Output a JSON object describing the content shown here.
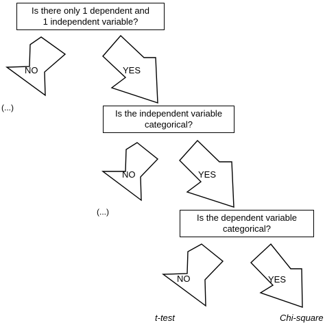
{
  "questions": {
    "q1": {
      "line1": "Is there only 1 dependent and",
      "line2": "1 independent variable?"
    },
    "q2": {
      "line1": "Is the independent variable",
      "line2": "categorical?"
    },
    "q3": {
      "line1": "Is the dependent variable",
      "line2": "categorical?"
    }
  },
  "answers": {
    "no": "NO",
    "yes": "YES"
  },
  "ellipsis": "(...)",
  "outcomes": {
    "ttest": "t-test",
    "chisquare": "Chi-square"
  }
}
